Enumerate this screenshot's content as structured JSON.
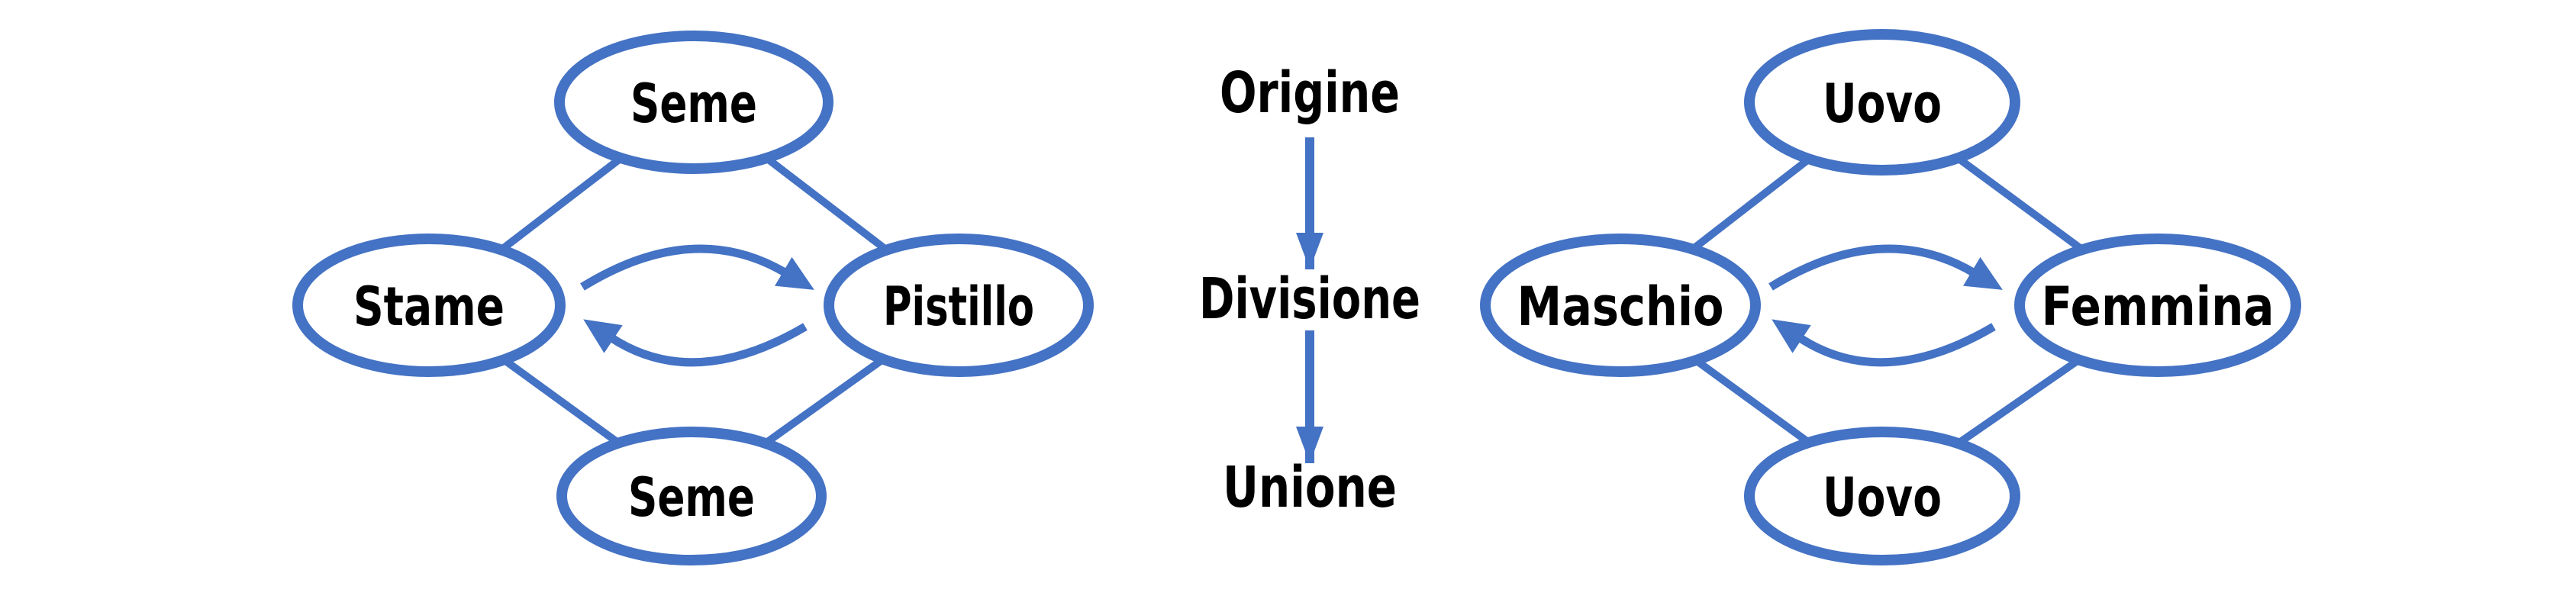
{
  "diagram": {
    "accent_color": "#4472C4",
    "text_color": "#000000",
    "background_color": "#ffffff",
    "left_cycle": {
      "top": "Seme",
      "left": "Stame",
      "right": "Pistillo",
      "bottom": "Seme"
    },
    "flow": {
      "steps": [
        "Origine",
        "Divisione",
        "Unione"
      ]
    },
    "right_cycle": {
      "top": "Uovo",
      "left": "Maschio",
      "right": "Femmina",
      "bottom": "Uovo"
    }
  }
}
